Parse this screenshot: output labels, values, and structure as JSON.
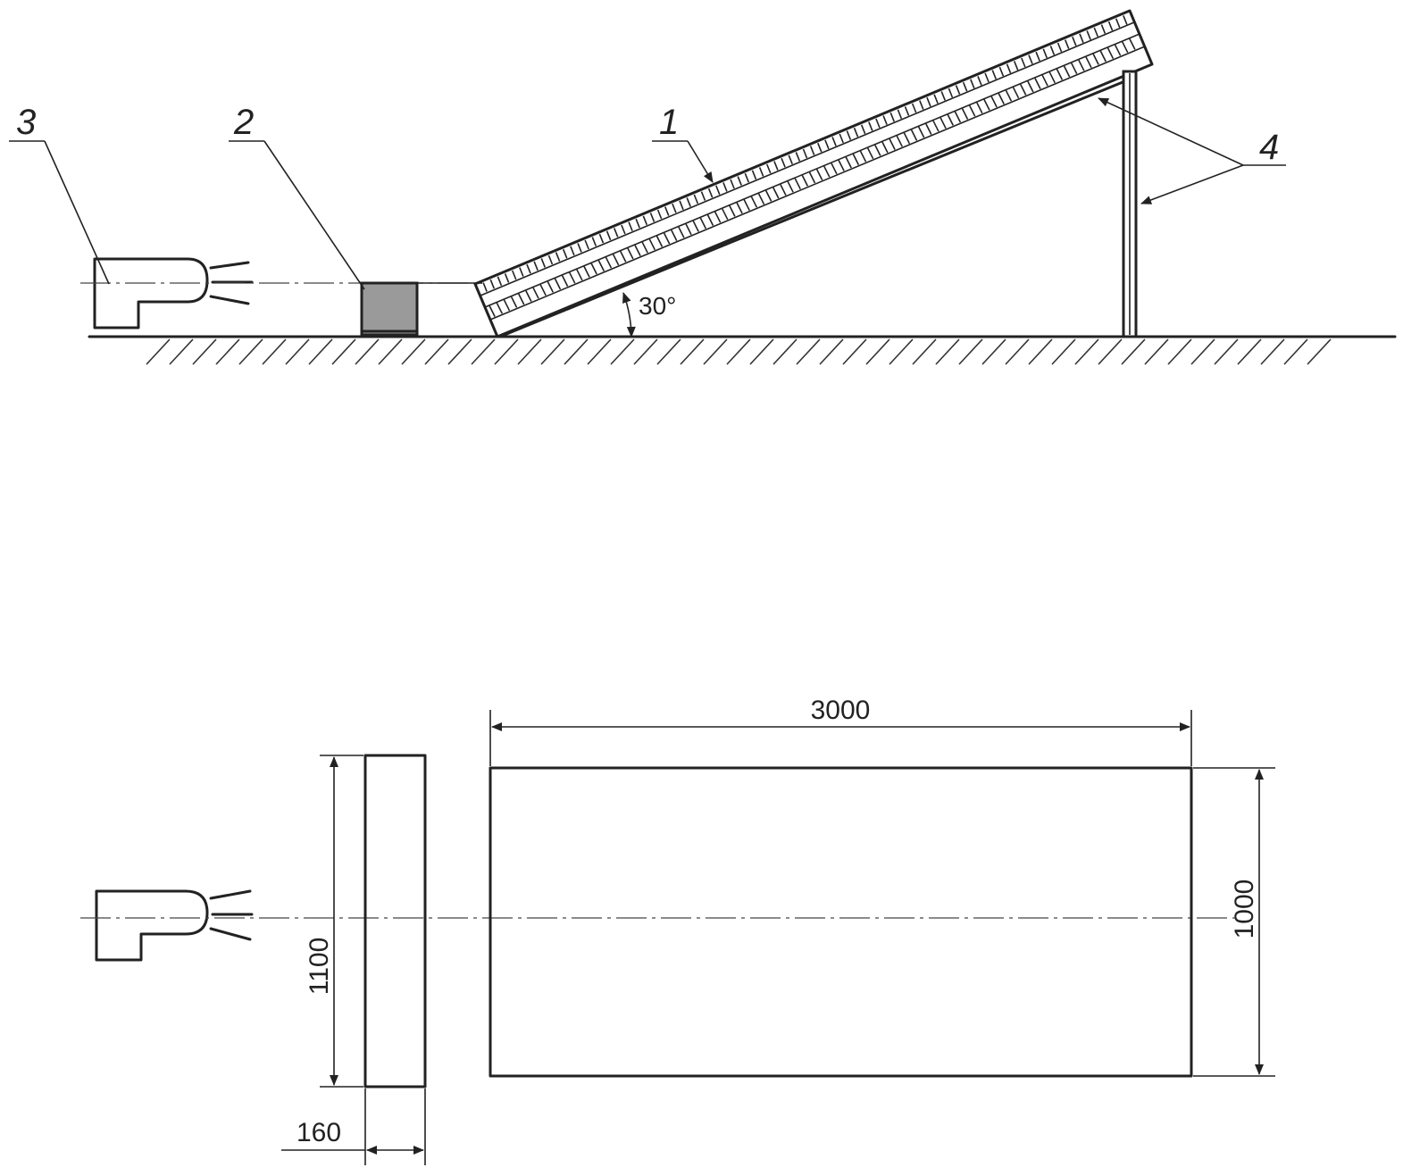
{
  "labels": {
    "collector": "1",
    "specimen": "2",
    "sprinkler": "3",
    "stand": "4"
  },
  "angle_label": "30°",
  "dimensions": {
    "length": "3000",
    "width": "1000",
    "specimen_height": "1100",
    "specimen_thickness": "160"
  },
  "colors": {
    "line": "#222222",
    "specimen_fill": "#9a9a9a"
  }
}
